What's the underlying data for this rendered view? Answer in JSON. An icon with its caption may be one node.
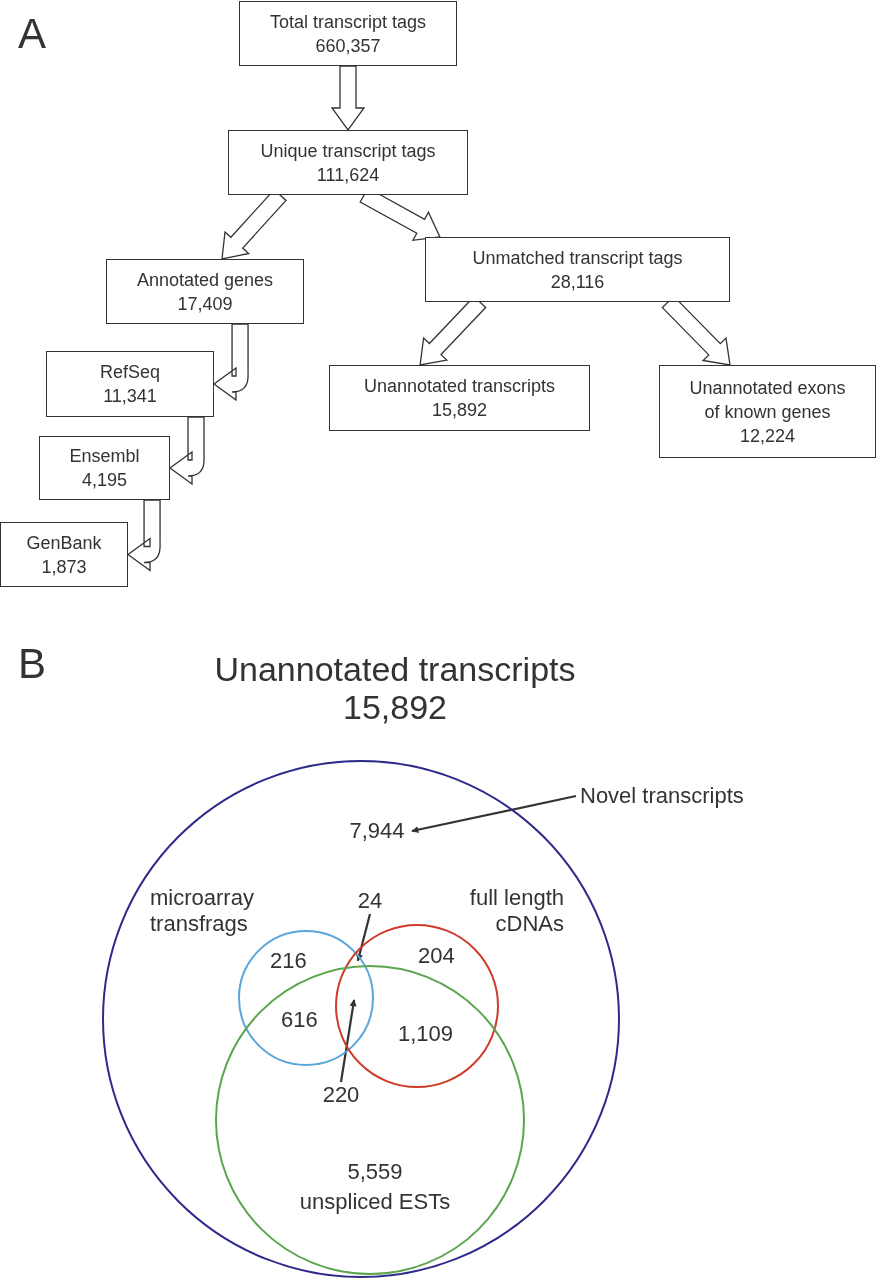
{
  "diagram": {
    "nodes": [
      {
        "text": [
          "Total transcript tags",
          "660,357"
        ]
      },
      {
        "text": [
          "Unique transcript tags",
          "111,624"
        ]
      },
      {
        "text": [
          "Annotated genes",
          "17,409"
        ]
      },
      {
        "text": [
          "Unmatched transcript tags",
          "28,116"
        ]
      },
      {
        "text": [
          "RefSeq",
          "11,341"
        ]
      },
      {
        "text": [
          "Ensembl",
          "4,195"
        ]
      },
      {
        "text": [
          "GenBank",
          "1,873"
        ]
      },
      {
        "text": [
          "Unannotated transcripts",
          "15,892"
        ]
      },
      {
        "text": [
          "Unannotated exons of known genes",
          "12,224"
        ]
      },
      {
        "text": [
          "Unannotated transcripts",
          "15,892"
        ]
      },
      {
        "text": [
          "microarray transfrags"
        ],
        "in": 9
      },
      {
        "text": [
          "full length cDNAs"
        ],
        "in": 9
      },
      {
        "text": [
          "5,559",
          "unspliced ESTs"
        ],
        "in": 9
      },
      {
        "text": [
          "Novel transcripts"
        ]
      },
      {
        "text": [
          "7,944"
        ],
        "in": 9
      },
      {
        "text": [
          "24"
        ],
        "in": 9
      },
      {
        "text": [
          "220"
        ],
        "in": 12
      }
    ],
    "edges": [
      {
        "from": 0,
        "to": 1,
        "arrow": "to"
      },
      {
        "from": 1,
        "to": 2,
        "arrow": "to"
      },
      {
        "from": 1,
        "to": 3,
        "arrow": "to"
      },
      {
        "from": 2,
        "to": 4,
        "arrow": "to"
      },
      {
        "from": 4,
        "to": 5,
        "arrow": "to"
      },
      {
        "from": 5,
        "to": 6,
        "arrow": "to"
      },
      {
        "from": 3,
        "to": 7,
        "arrow": "to"
      },
      {
        "from": 3,
        "to": 8,
        "arrow": "to"
      },
      {
        "from": 13,
        "to": 14,
        "arrow": "to"
      },
      {
        "from": 15,
        "to": 10,
        "arrow": "to"
      },
      {
        "from": 16,
        "to": 10,
        "arrow": "to"
      }
    ],
    "labels": [
      "A",
      "B",
      "216",
      "204",
      "616",
      "1,109"
    ]
  }
}
